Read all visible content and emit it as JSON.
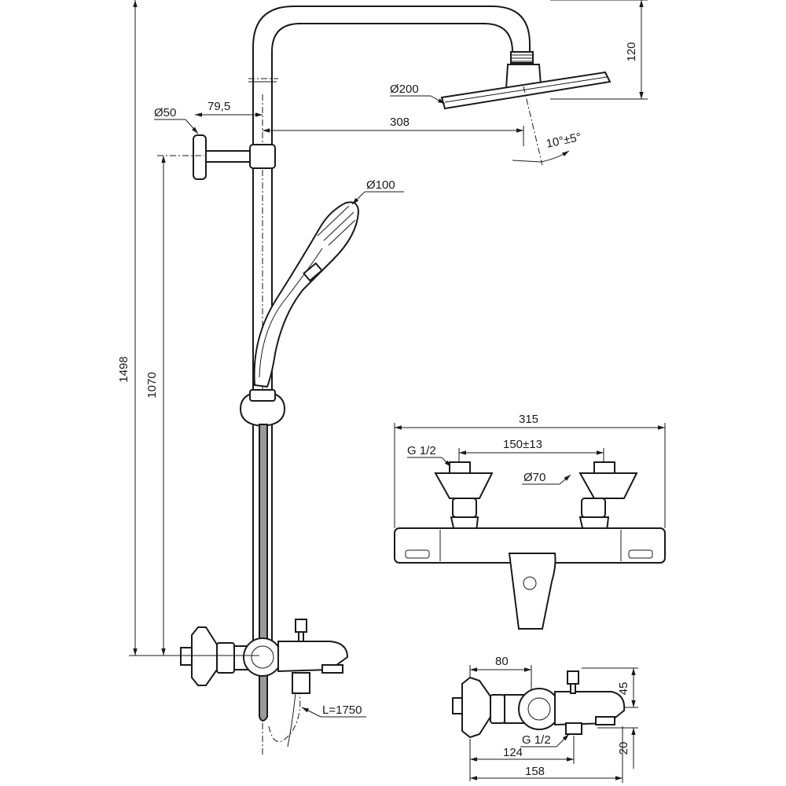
{
  "dimensions": {
    "total_height": "1498",
    "lower_height": "1070",
    "wall_flange_dia": "Ø50",
    "wall_offset": "79,5",
    "arm_reach": "308",
    "overhead_height": "120",
    "head_dia": "Ø200",
    "tilt": "10°±5°",
    "hand_shower_dia": "Ø100",
    "hose_length": "L=1750",
    "mixer_width": "315",
    "inlet_thread": "G 1/2",
    "inlet_spacing": "150±13",
    "escutcheon_dia": "Ø70",
    "side_depth": "80",
    "side_height_top": "45",
    "side_outlet_thread": "G 1/2",
    "side_outlet_distance": "124",
    "side_total_depth": "158",
    "side_height_bottom": "20"
  }
}
